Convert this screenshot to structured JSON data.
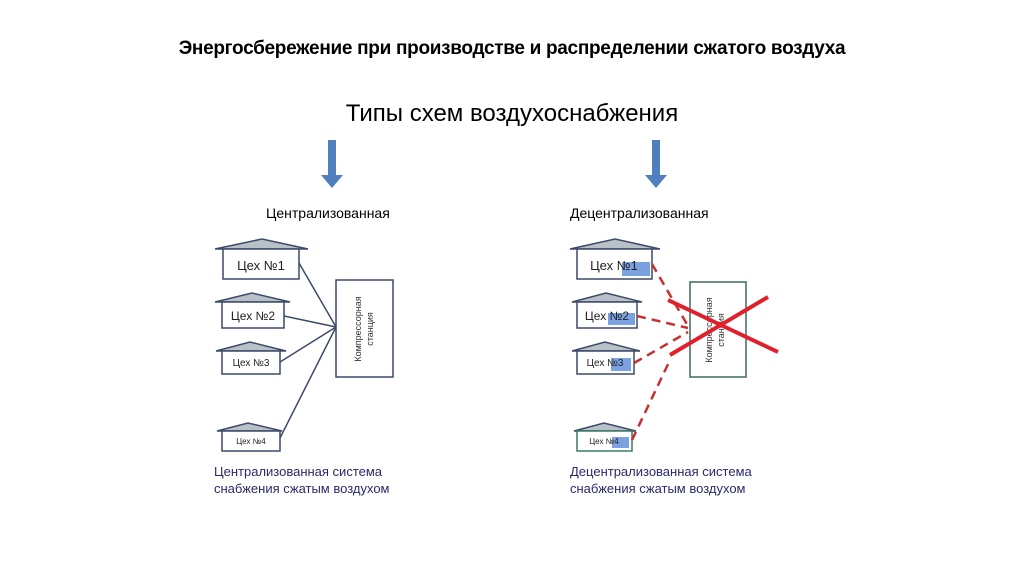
{
  "title": "Энергосбережение при производстве и распределении сжатого воздуха",
  "subtitle": "Типы схем воздухоснабжения",
  "colors": {
    "arrow": "#4f7fbf",
    "house_roof": "#b8c0c8",
    "house_border": "#3c4a6a",
    "cross": "#e0202a",
    "dashed": "#c83030",
    "highlight": "#5a8ad8"
  },
  "left": {
    "label": "Централизованная",
    "station": [
      "Компрессорная",
      "станция"
    ],
    "workshops": [
      "Цех №1",
      "Цех №2",
      "Цех №3",
      "Цех №4"
    ],
    "caption": [
      "Централизованная система",
      "снабжения сжатым воздухом"
    ]
  },
  "right": {
    "label": "Децентрализованная",
    "station": [
      "Компрессорная",
      "станция"
    ],
    "workshops": [
      "Цех №1",
      "Цех №2",
      "Цех №3",
      "Цех №4"
    ],
    "caption": [
      "Децентрализованная система",
      "снабжения сжатым воздухом"
    ]
  }
}
